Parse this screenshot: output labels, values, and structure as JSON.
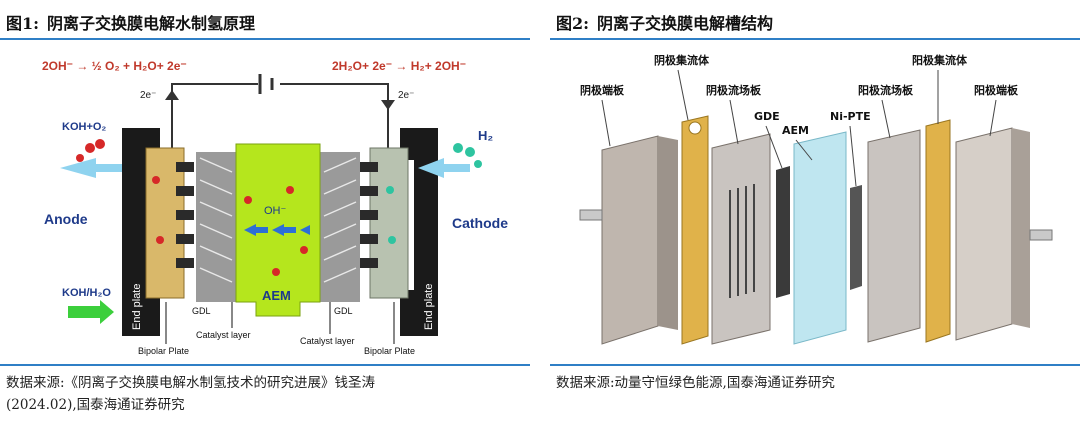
{
  "figure1": {
    "number": "图1:",
    "title": "阴离子交换膜电解水制氢原理",
    "source_line1": "数据来源:《阴离子交换膜电解水制氢技术的研究进展》钱圣涛",
    "source_line2": "(2024.02),国泰海通证券研究",
    "anode_reaction": "2OH⁻ → ½ O₂ + H₂O+ 2e⁻",
    "cathode_reaction": "2H₂O+ 2e⁻ → H₂+ 2OH⁻",
    "electron_left": "2e⁻",
    "electron_right": "2e⁻",
    "koh_o2": "KOH+O₂",
    "h2": "H₂",
    "anode": "Anode",
    "cathode": "Cathode",
    "koh_h2o": "KOH/H₂O",
    "oh_ion": "OH⁻",
    "aem": "AEM",
    "end_plate_left": "End plate",
    "end_plate_right": "End plate",
    "gdl_left": "GDL",
    "gdl_right": "GDL",
    "catalyst_left": "Catalyst layer",
    "catalyst_right": "Catalyst layer",
    "bipolar_left": "Bipolar Plate",
    "bipolar_right": "Bipolar Plate"
  },
  "figure2": {
    "number": "图2:",
    "title": "阴离子交换膜电解槽结构",
    "source_line1": "数据来源:动量守恒绿色能源,国泰海通证券研究",
    "labels": {
      "anode_end_plate": "阴极端板",
      "anode_current_collector": "阴极集流体",
      "anode_flow_plate": "阴极流场板",
      "gde": "GDE",
      "aem": "AEM",
      "ni_pte": "Ni-PTE",
      "cathode_flow_plate": "阳极流场板",
      "cathode_current_collector": "阳极集流体",
      "cathode_end_plate": "阳极端板"
    }
  },
  "colors": {
    "rule": "#2f7fc6",
    "aem_green": "#b5e61d",
    "gold": "#e0b24a",
    "plate_grey": "#c9c4c0",
    "membrane_blue": "#bfe6f0"
  }
}
